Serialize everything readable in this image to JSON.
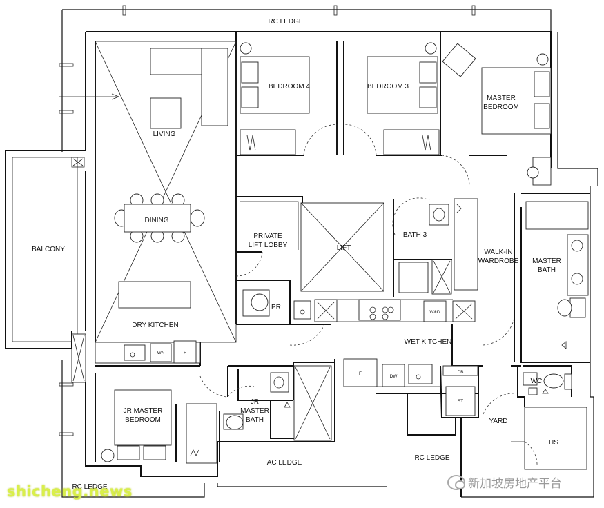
{
  "labels": {
    "rc_ledge_top": "RC LEDGE",
    "bedroom4": "BEDROOM 4",
    "bedroom3": "BEDROOM 3",
    "master_bedroom_1": "MASTER",
    "master_bedroom_2": "BEDROOM",
    "living": "LIVING",
    "dining": "DINING",
    "balcony": "BALCONY",
    "private_lift_lobby_1": "PRIVATE",
    "private_lift_lobby_2": "LIFT LOBBY",
    "lift": "LIFT",
    "bath3": "BATH 3",
    "walkin_1": "WALK-IN",
    "walkin_2": "WARDROBE",
    "master_bath_1": "MASTER",
    "master_bath_2": "BATH",
    "pr": "PR",
    "wd": "W&D",
    "dry_kitchen": "DRY KITCHEN",
    "wet_kitchen": "WET KITCHEN",
    "wn": "WN",
    "f_dry": "F",
    "f_wet": "F",
    "dw": "DW",
    "db": "DB",
    "st": "ST",
    "wc": "WC",
    "jr_master_bedroom_1": "JR MASTER",
    "jr_master_bedroom_2": "BEDROOM",
    "jr_master_bath_1": "JR",
    "jr_master_bath_2": "MASTER",
    "jr_master_bath_3": "BATH",
    "yard": "YARD",
    "hs": "HS",
    "ac_ledge": "AC LEDGE",
    "rc_ledge_bottom_right": "RC LEDGE",
    "rc_ledge_bottom_left": "RC LEDGE"
  },
  "watermark": {
    "site": "shicheng.news",
    "wechat_account": "新加坡房地产平台"
  },
  "icons": {
    "wechat": "wechat-icon"
  }
}
